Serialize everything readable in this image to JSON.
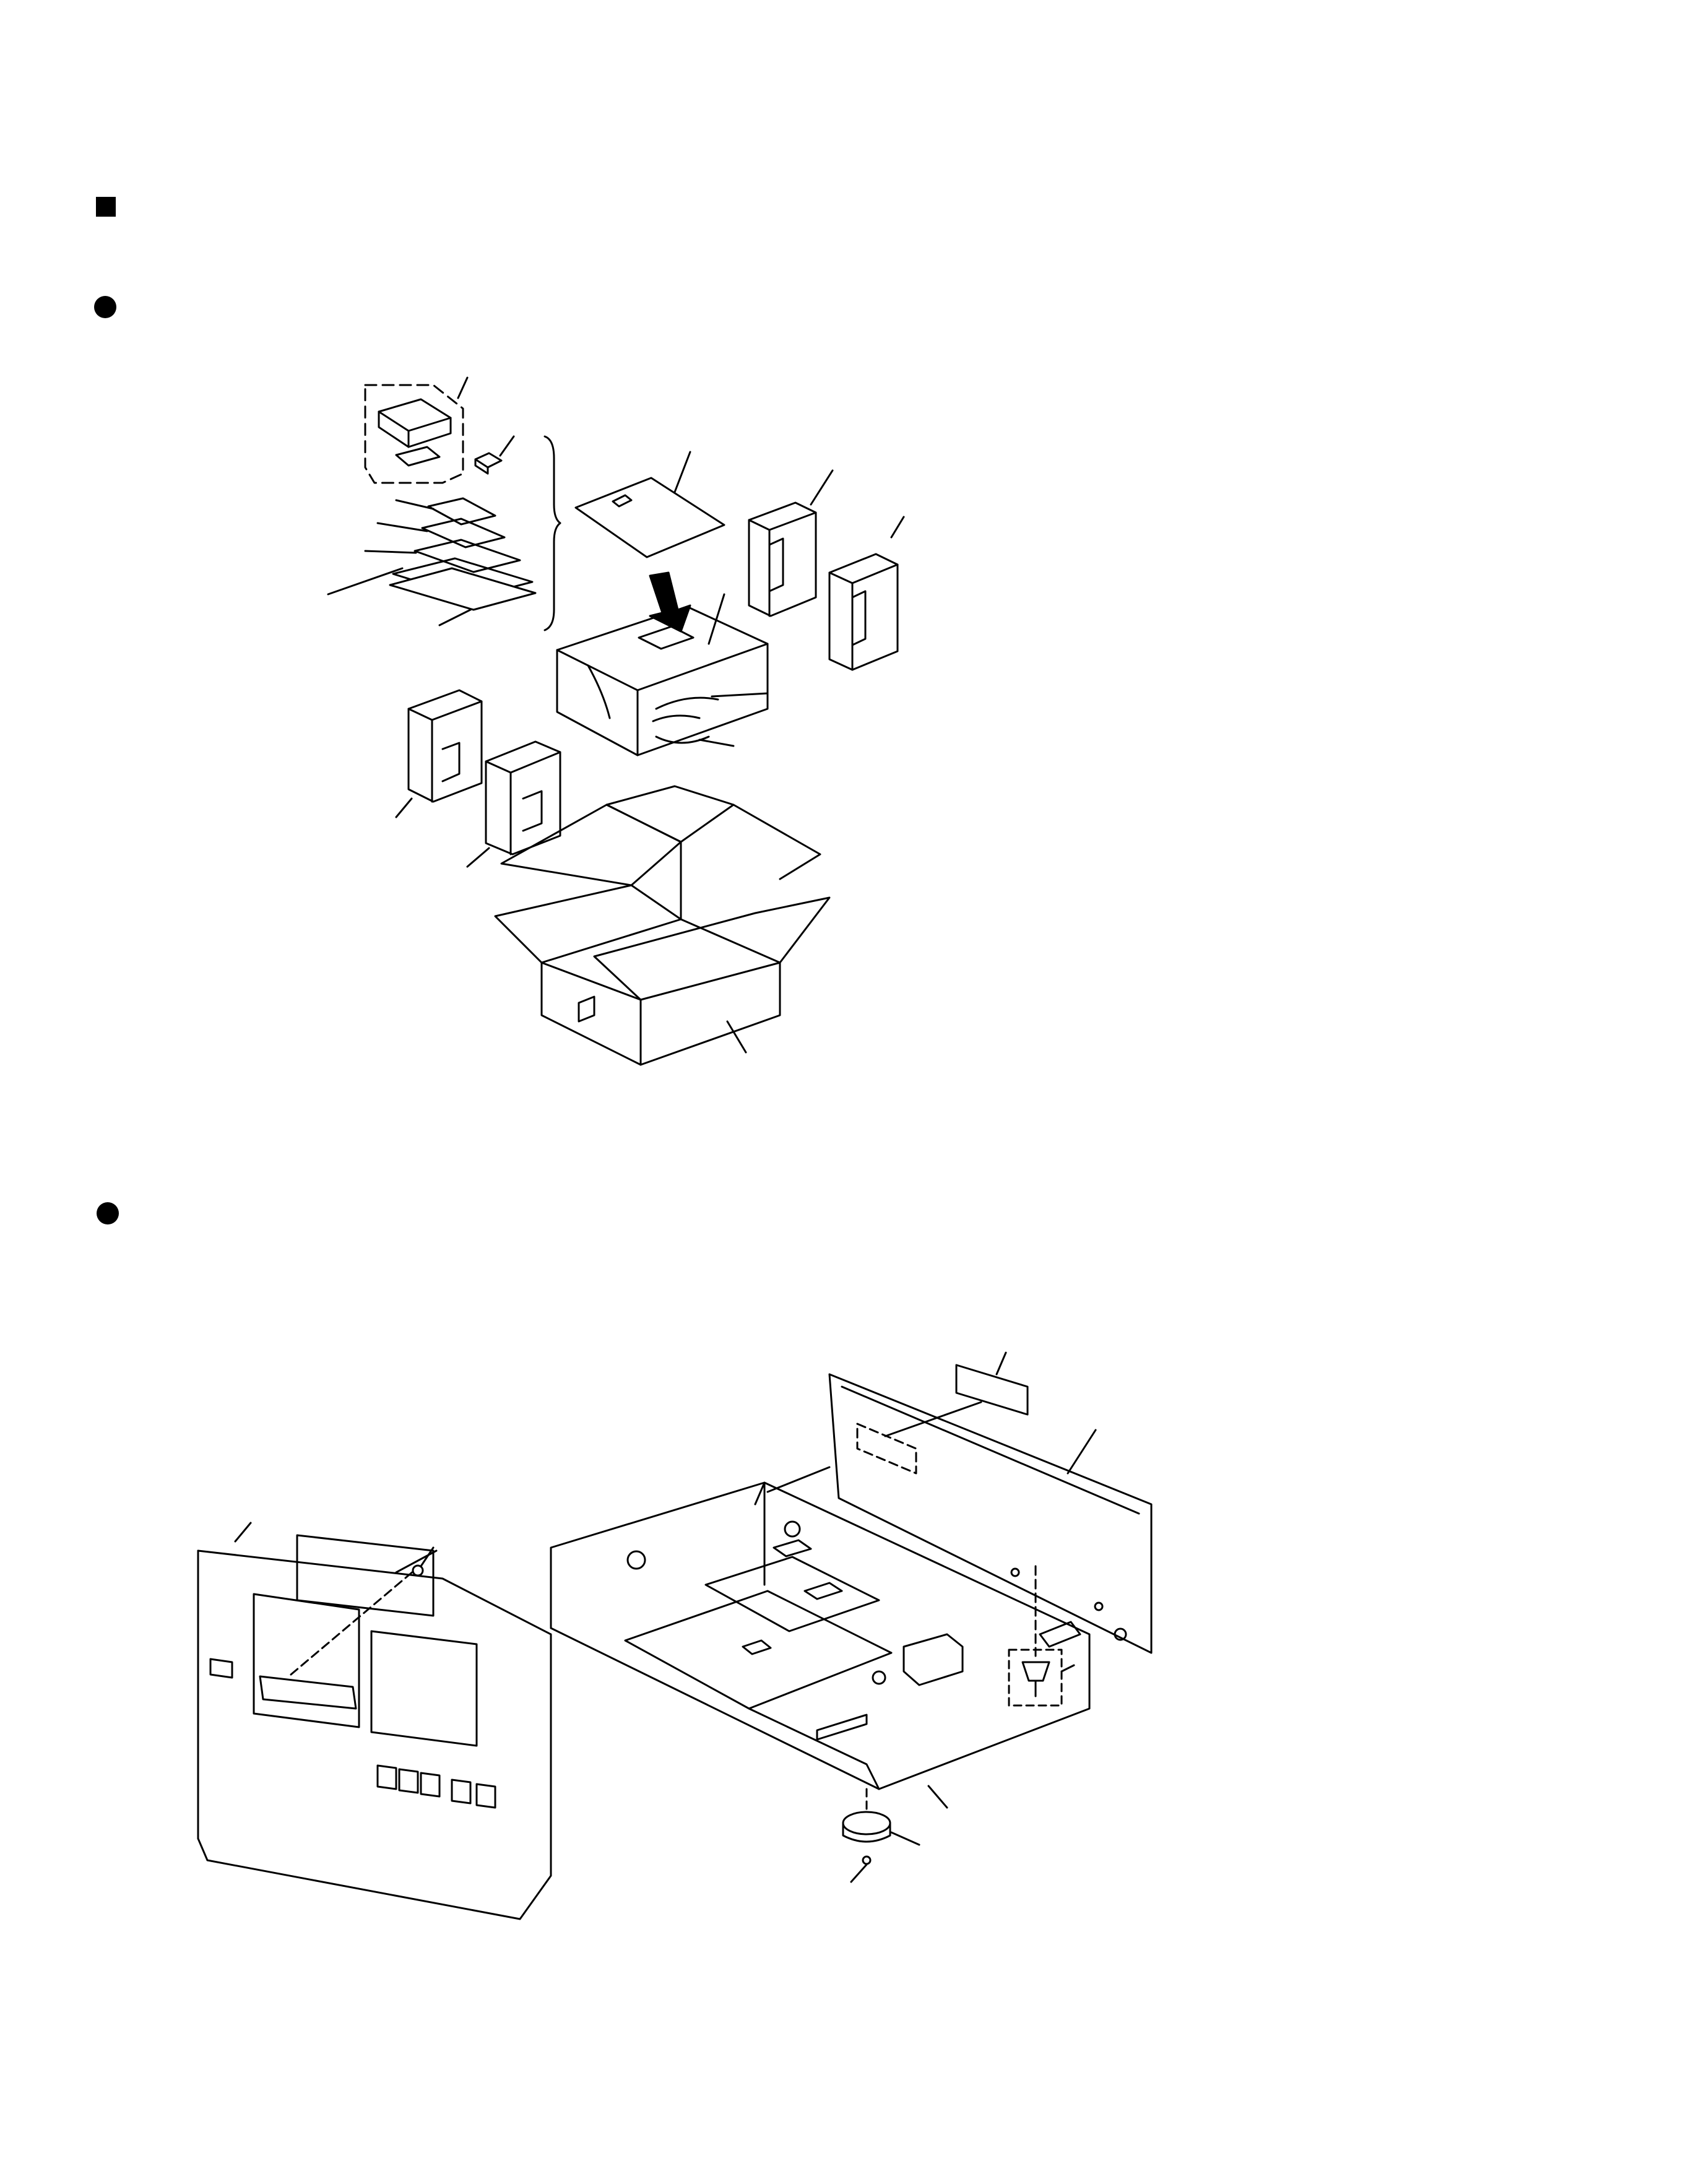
{
  "colors": {
    "ink": "#000000",
    "paper": "#ffffff"
  },
  "icons": [
    "section-square-bullet",
    "section-round-bullet"
  ],
  "sections": [
    {
      "role": "section-heading",
      "title": ""
    },
    {
      "role": "packing-diagram",
      "title": ""
    },
    {
      "role": "exterior-diagram",
      "title": ""
    }
  ]
}
